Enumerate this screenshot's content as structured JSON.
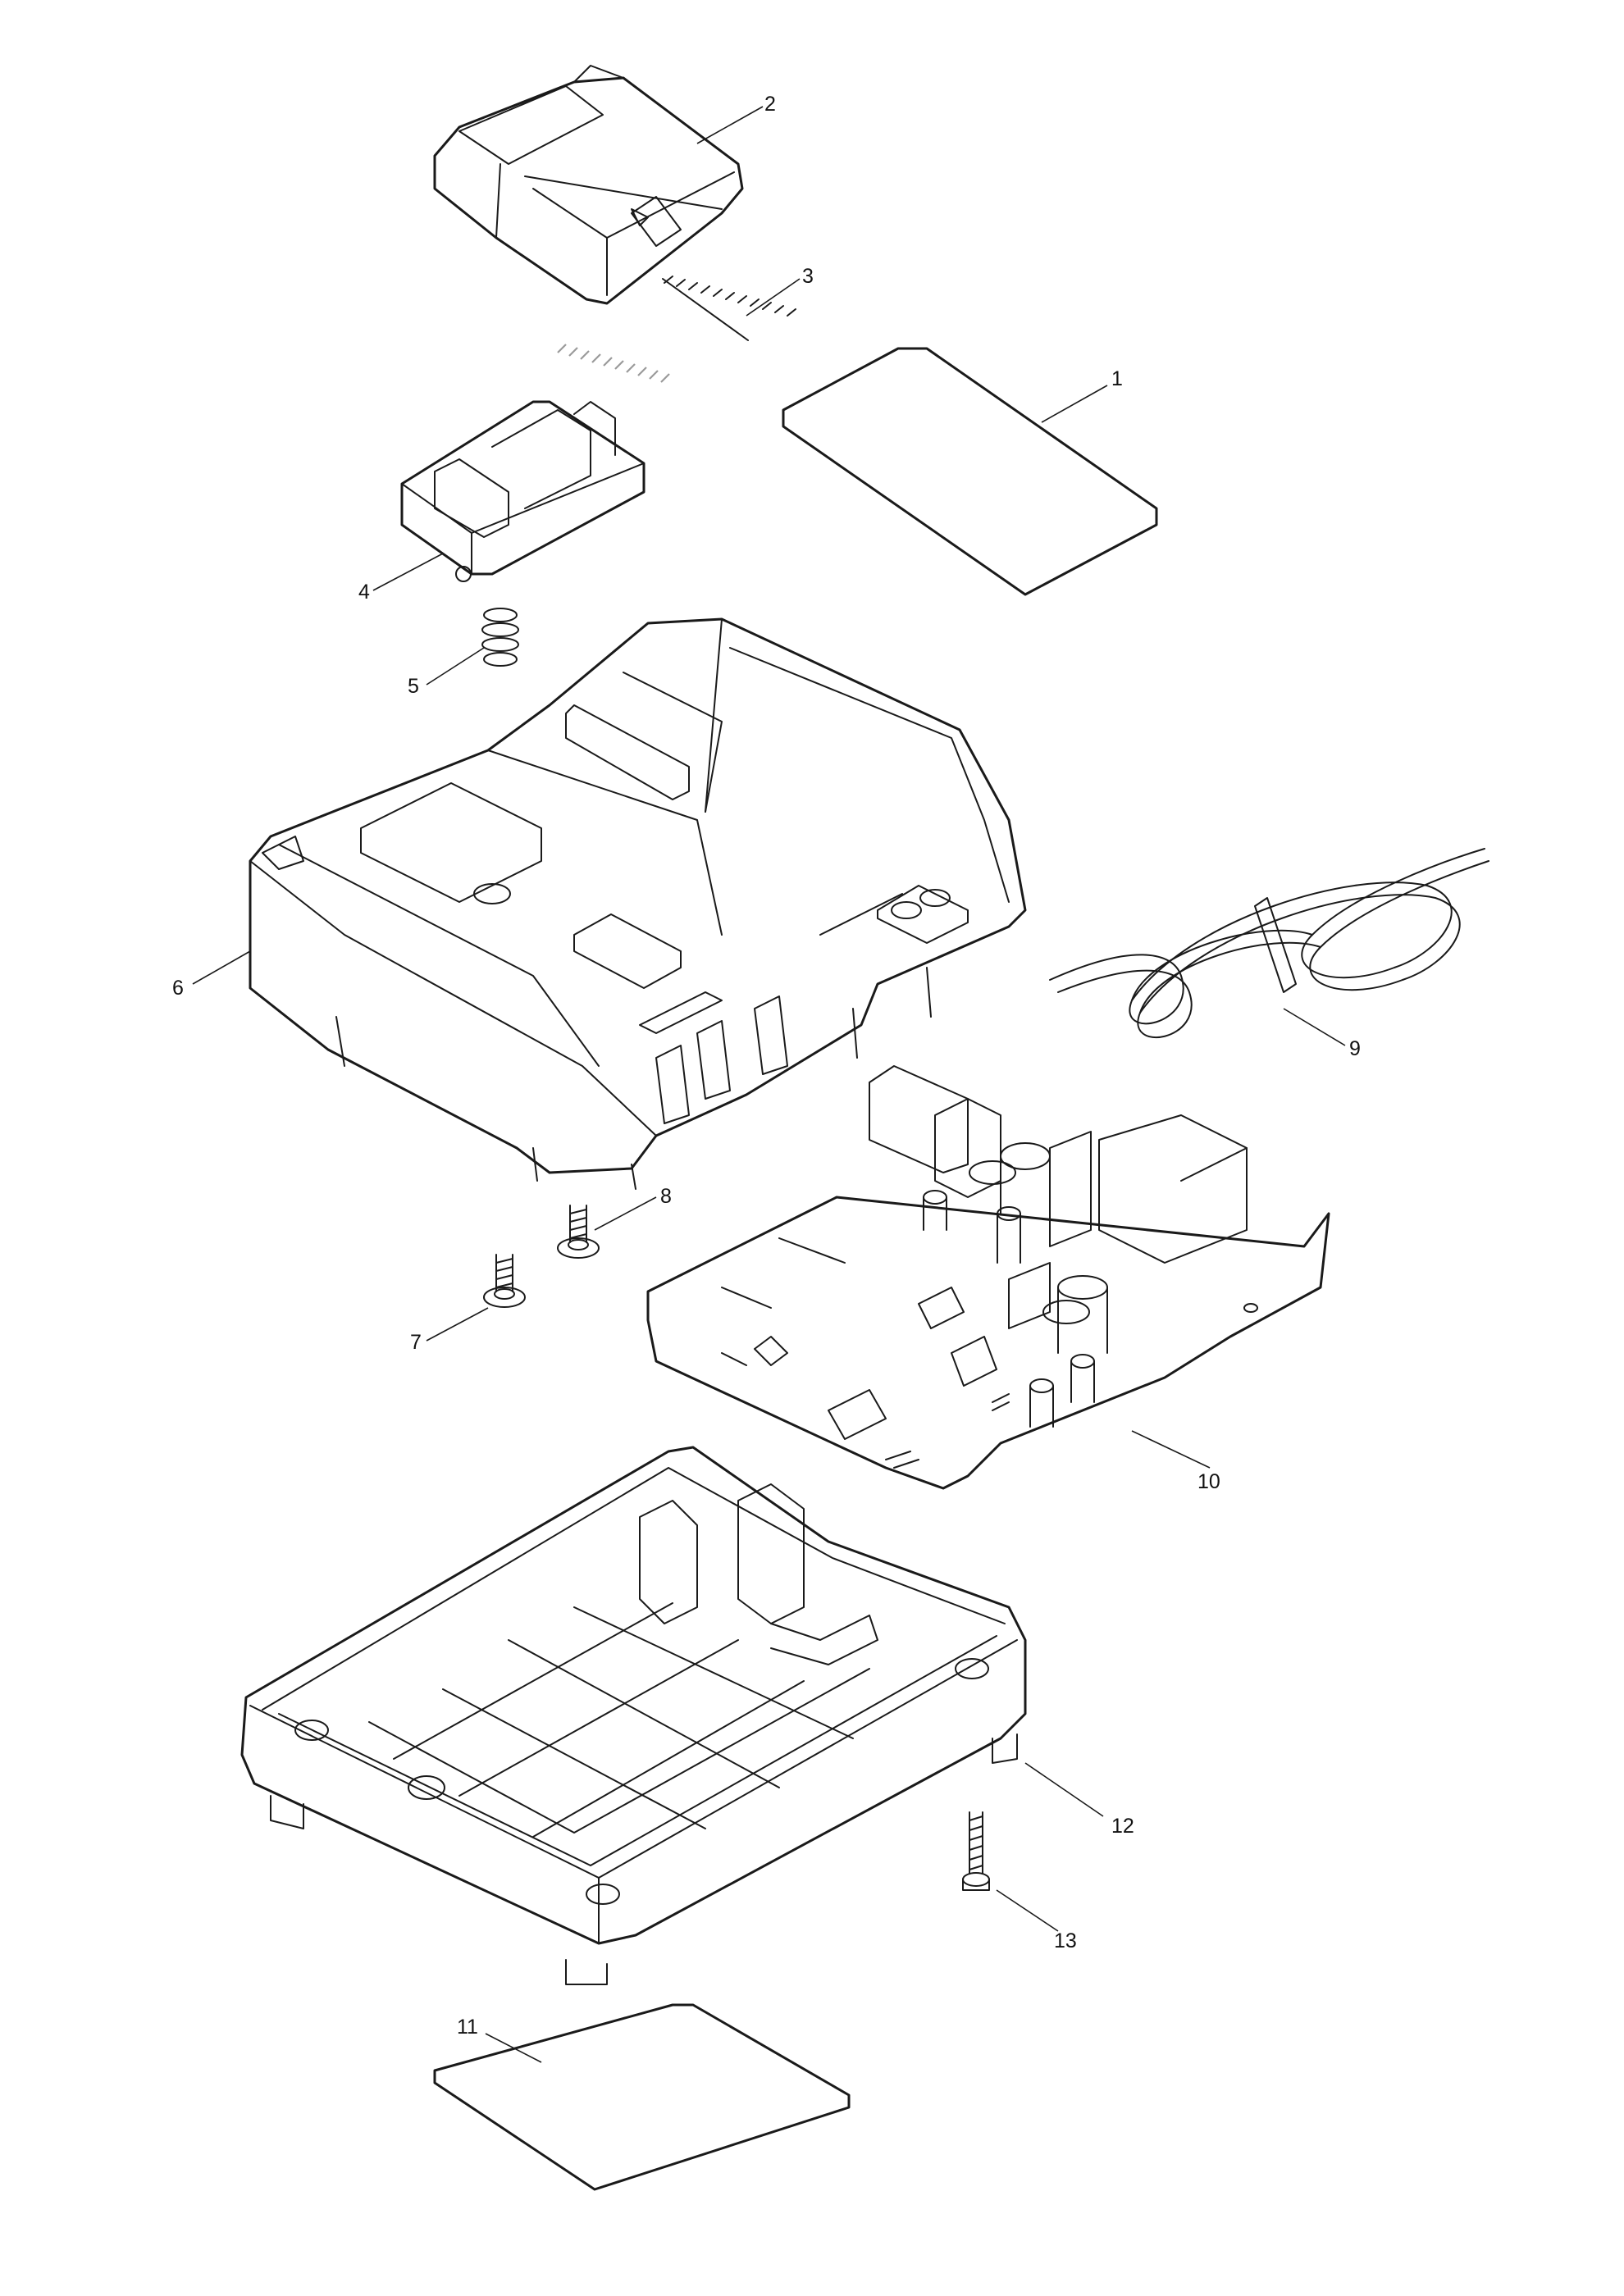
{
  "diagram": {
    "type": "exploded-parts-view",
    "callouts": [
      "1",
      "2",
      "3",
      "4",
      "5",
      "6",
      "7",
      "8",
      "9",
      "10",
      "11",
      "12",
      "13"
    ],
    "line_color": "#1a1a1a",
    "background": "#ffffff"
  }
}
